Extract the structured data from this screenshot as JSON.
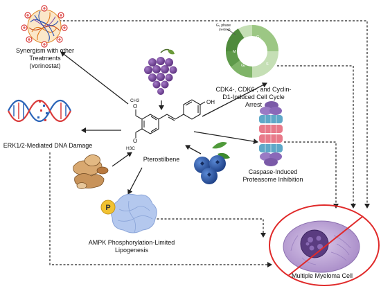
{
  "compound": {
    "name": "Pterostilbene",
    "substituents": {
      "hydroxyl": "OH",
      "methoxy_top": "O",
      "methyl_top": "CH3",
      "methoxy_bottom": "O",
      "methyl_bottom": "H3C"
    }
  },
  "effects": {
    "synergism": {
      "lines": [
        "Synergism with other",
        "Treatments",
        "(vorinostat)"
      ]
    },
    "cell_cycle": {
      "lines": [
        "CDK4-, CDK6-, and Cyclin-",
        "D1-Induced Cell Cycle",
        "Arrest"
      ]
    },
    "dna_damage": {
      "lines": [
        "ERK1/2-Mediated DNA Damage"
      ]
    },
    "proteasome": {
      "lines": [
        "Caspase-Induced",
        "Proteasome Inhibition"
      ]
    },
    "ampk": {
      "lines": [
        "AMPK Phosphorylation-Limited",
        "Lipogenesis"
      ],
      "badge": "P"
    }
  },
  "cycle_phases": [
    "G₀ phase",
    "(resting)",
    "G₁",
    "S",
    "G₂",
    "M"
  ],
  "target": {
    "label": "Multiple Myeloma Cell"
  },
  "colors": {
    "arrow": "#222222",
    "prohibition": "#e02a2a",
    "cell": "#b39ad1",
    "nucleus": "#5a3c80",
    "cycle_dark": "#5e9a4a",
    "cycle_light": "#c5dfb5",
    "grape": "#7b4a9c",
    "blueberry": "#2c5aa8",
    "protein": "#b4c8ee",
    "badge": "#f1c232",
    "dna_red": "#d93b3b",
    "dna_blue": "#2a64b8"
  },
  "icons": [
    "nanoparticle-icon",
    "grapes-icon",
    "dna-helix-icon",
    "peanuts-icon",
    "blueberries-icon",
    "protein-icon",
    "proteasome-icon",
    "cell-cycle-icon",
    "myeloma-cell-icon",
    "prohibition-icon",
    "phosphate-badge-icon"
  ]
}
